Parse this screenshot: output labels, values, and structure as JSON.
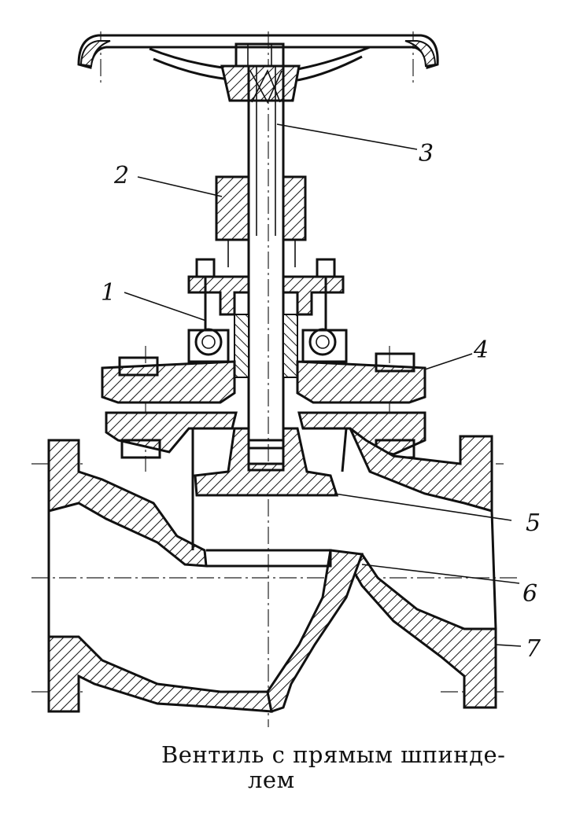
{
  "diagram": {
    "caption_line1": "Вентиль с прямым шпинде-",
    "caption_line2": "лем",
    "callouts": {
      "c1": "1",
      "c2": "2",
      "c3": "3",
      "c4": "4",
      "c5": "5",
      "c6": "6",
      "c7": "7"
    }
  },
  "colors": {
    "ink": "#111111",
    "paper": "#ffffff"
  }
}
